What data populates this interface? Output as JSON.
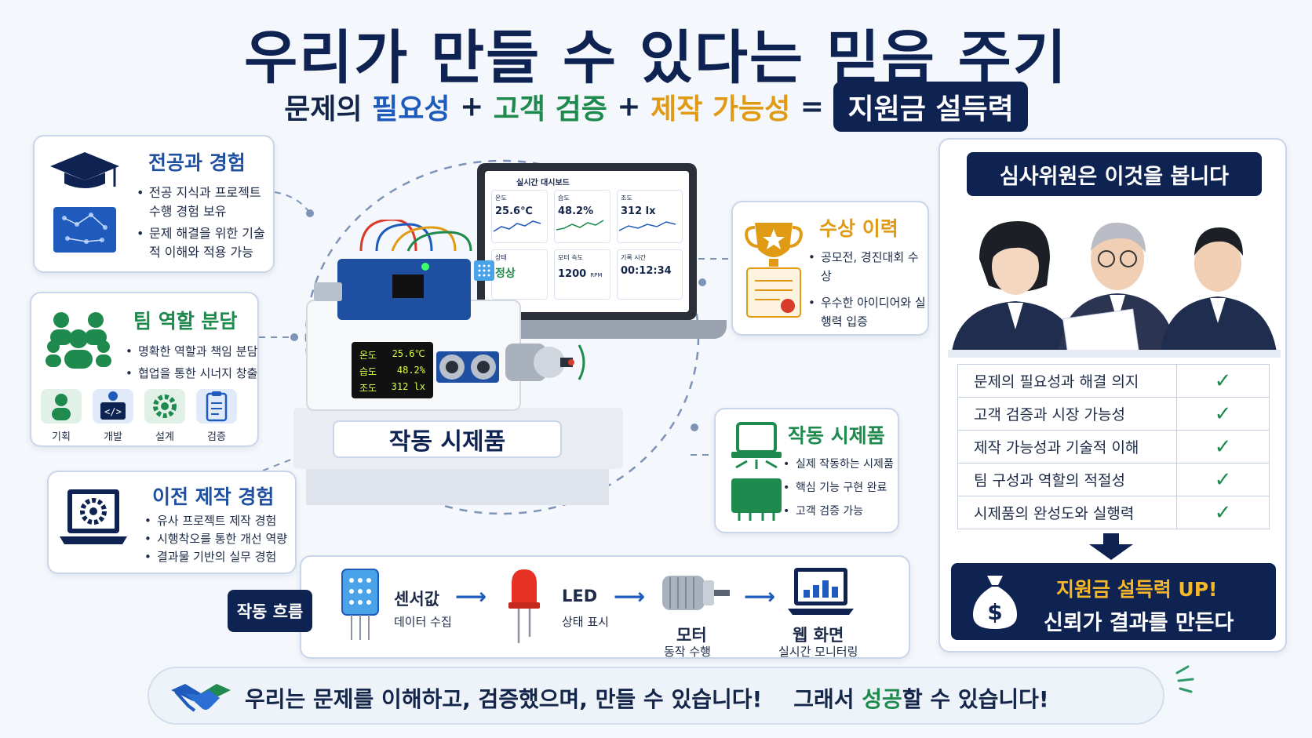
{
  "title": "우리가 만들 수 있다는 믿음 주기",
  "formula": {
    "part1_prefix": "문제의 ",
    "part1_keyword": "필요성",
    "plus1": "+",
    "part2": "고객 검증",
    "plus2": "+",
    "part3": "제작 가능성",
    "equals": "=",
    "result": "지원금 설득력"
  },
  "major": {
    "title": "전공과 경험",
    "bullets": [
      "전공 지식과 프로젝트 수행 경험 보유",
      "문제 해결을 위한 기술적 이해와 적용 가능"
    ]
  },
  "team": {
    "title": "팀 역할 분담",
    "bullets": [
      "명확한 역할과 책임 분담",
      "협업을 통한 시너지 창출"
    ],
    "roles": [
      "기획",
      "개발",
      "설계",
      "검증"
    ]
  },
  "previous": {
    "title": "이전 제작 경험",
    "bullets": [
      "유사 프로젝트 제작 경험",
      "시행착오를 통한 개선 역량",
      "결과물 기반의 실무 경험"
    ]
  },
  "dashboard": {
    "title": "실시간 대시보드",
    "tiles": [
      {
        "label": "온도",
        "value": "25.6℃"
      },
      {
        "label": "습도",
        "value": "48.2%"
      },
      {
        "label": "조도",
        "value": "312 lx"
      },
      {
        "label": "상태",
        "value": "정상"
      },
      {
        "label": "모터 속도",
        "value": "1200",
        "unit": "RPM"
      },
      {
        "label": "기록 시간",
        "value": "00:12:34"
      }
    ]
  },
  "device_lcd": {
    "rows": [
      {
        "label": "온도",
        "value": "25.6℃"
      },
      {
        "label": "습도",
        "value": "48.2%"
      },
      {
        "label": "조도",
        "value": "312 lx"
      }
    ]
  },
  "prototype_banner": "작동 시제품",
  "awards": {
    "title": "수상 이력",
    "bullets": [
      "공모전, 경진대회 수상",
      "우수한 아이디어와 실행력 입증"
    ]
  },
  "working": {
    "title": "작동 시제품",
    "bullets": [
      "실제 작동하는 시제품",
      "핵심 기능 구현 완료",
      "고객 검증 가능"
    ]
  },
  "flow": {
    "label": "작동 흐름",
    "steps": [
      {
        "title": "센서값",
        "sub": "데이터 수집"
      },
      {
        "title": "LED",
        "sub": "상태 표시"
      },
      {
        "title": "모터",
        "sub": "동작 수행"
      },
      {
        "title": "웹 화면",
        "sub": "실시간 모니터링"
      }
    ]
  },
  "judges": {
    "title": "심사위원은 이것을 봅니다",
    "checklist": [
      "문제의 필요성과 해결 의지",
      "고객 검증과 시장 가능성",
      "제작 가능성과 기술적 이해",
      "팀 구성과 역할의 적절성",
      "시제품의 완성도와 실행력"
    ],
    "check_mark": "✓",
    "result_line1": "지원금 설득력 UP!",
    "result_line2": "신뢰가 결과를 만든다",
    "money_symbol": "$"
  },
  "footer": {
    "part1": "우리는 문제를 이해하고, 검증했으며, 만들 수 있습니다!",
    "part2_prefix": "그래서 ",
    "part2_keyword": "성공",
    "part2_suffix": "할 수 있습니다!"
  },
  "colors": {
    "navy": "#0f2352",
    "blue": "#1e5bbd",
    "green": "#1f8a4d",
    "orange": "#e09a14"
  }
}
